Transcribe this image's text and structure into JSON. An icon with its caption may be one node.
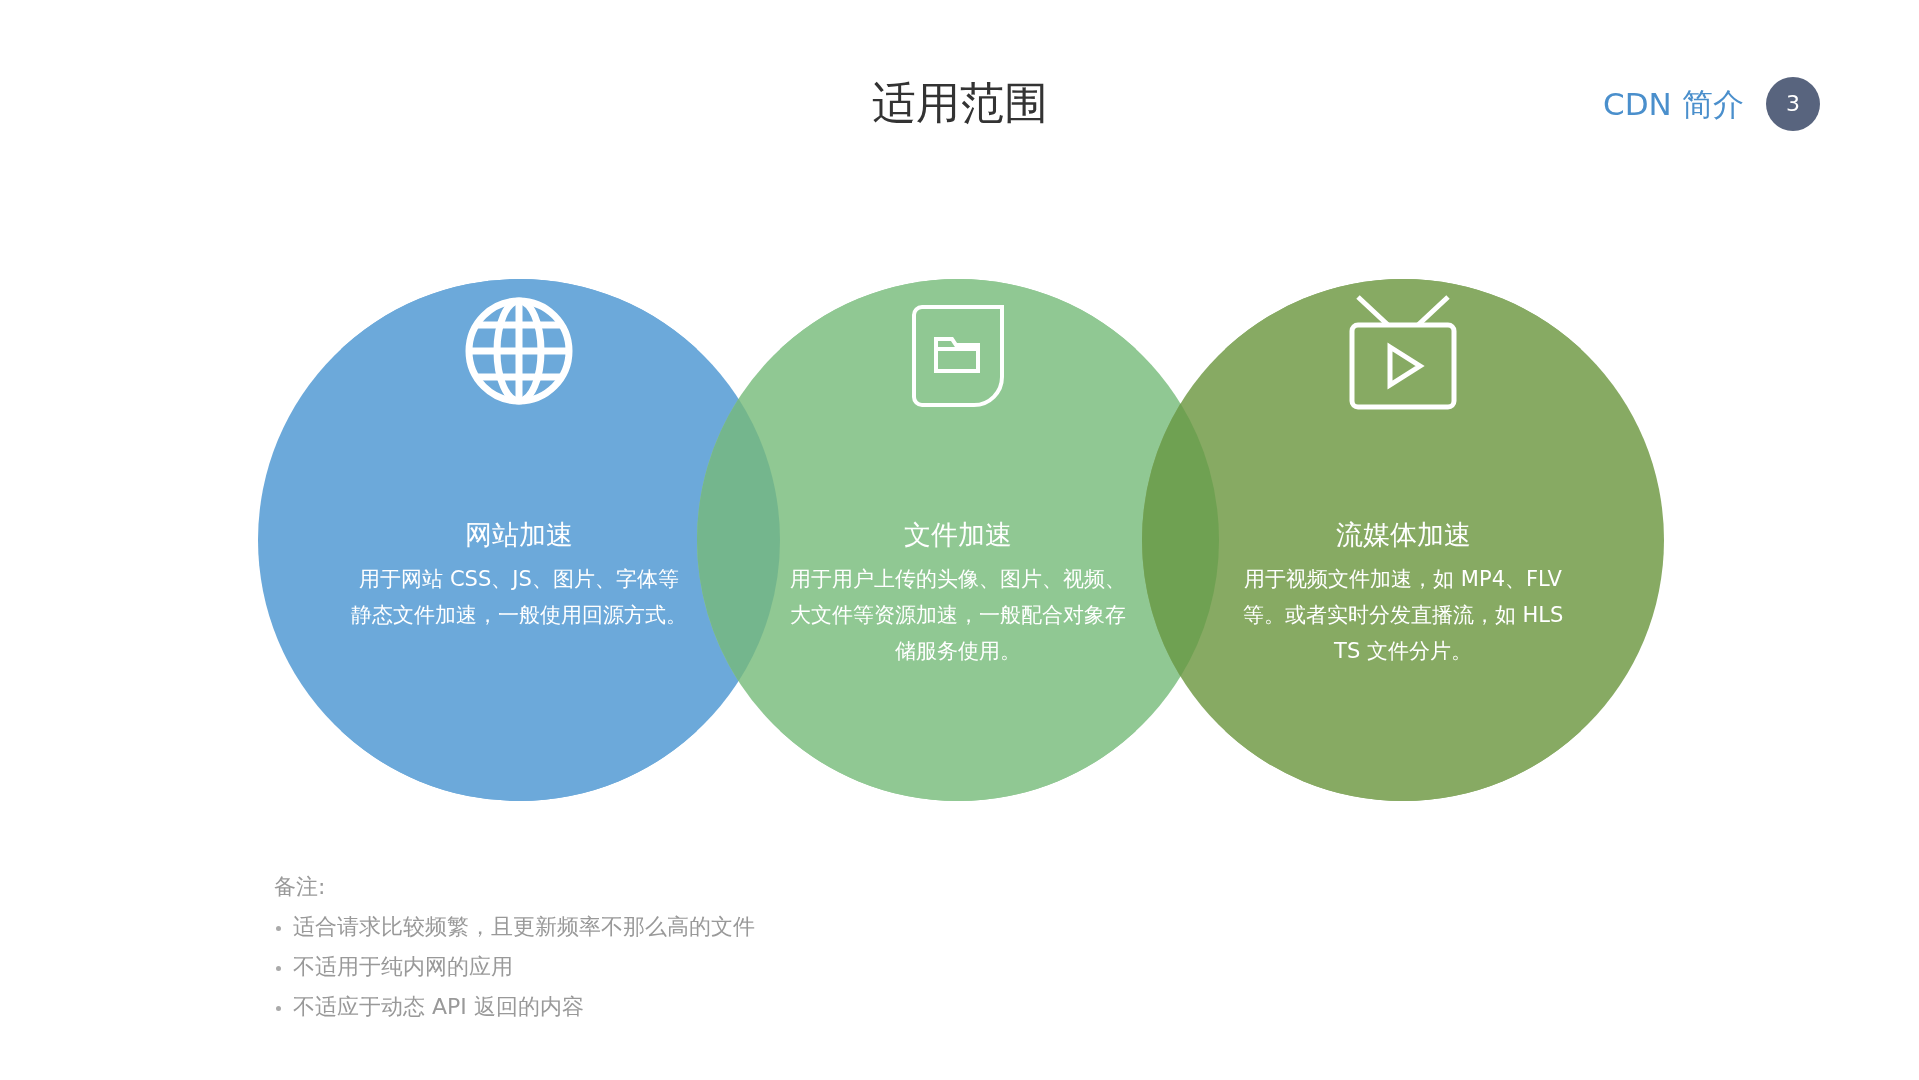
{
  "diagram": {
    "title": "适用范围",
    "nodes": [
      {
        "text": [
          "网站加速",
          "用于网站 CSS、JS、图片、字体等静态文件加速，一般使用回源方式。"
        ]
      },
      {
        "text": [
          "文件加速",
          "用于用户上传的头像、图片、视频、大文件等资源加速，一般配合对象存储服务使用。"
        ]
      },
      {
        "text": [
          "流媒体加速",
          "用于视频文件加速，如 MP4、FLV 等。或者实时分发直播流，如 HLS TS 文件分片。"
        ]
      }
    ],
    "edges": [],
    "labels": [
      "CDN 简介",
      "3",
      "备注:",
      "适合请求比较频繁，且更新频率不那么高的文件",
      "不适用于纯内网的应用",
      "不适应于动态 API 返回的内容"
    ]
  }
}
